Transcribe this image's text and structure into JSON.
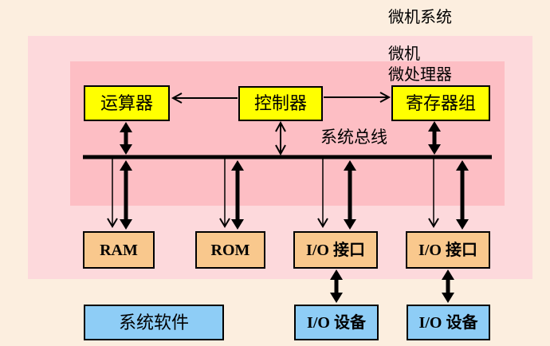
{
  "diagram": {
    "title": "微机系统",
    "region_labels": {
      "microcomputer": "微机",
      "microprocessor": "微处理器"
    },
    "bus": {
      "label": "系统总线"
    },
    "cpu_boxes": [
      {
        "id": "alu",
        "label": "运算器"
      },
      {
        "id": "controller",
        "label": "控制器"
      },
      {
        "id": "register-group",
        "label": "寄存器组"
      }
    ],
    "memory_io_boxes": [
      {
        "id": "ram",
        "label": "RAM"
      },
      {
        "id": "rom",
        "label": "ROM"
      },
      {
        "id": "io-interface-1",
        "label": "I/O 接口"
      },
      {
        "id": "io-interface-2",
        "label": "I/O 接口"
      }
    ],
    "bottom_boxes": [
      {
        "id": "system-software",
        "label": "系统软件"
      },
      {
        "id": "io-device-1",
        "label": "I/O 设备"
      },
      {
        "id": "io-device-2",
        "label": "I/O 设备"
      }
    ],
    "colors": {
      "background": "#fceedf",
      "outer_region": "#fdd9dc",
      "inner_region": "#fdbec4",
      "cpu_box_fill": "#ffff00",
      "memory_io_box_fill": "#f9c88d",
      "bottom_box_fill": "#8ecdf6",
      "line": "#000000"
    }
  }
}
